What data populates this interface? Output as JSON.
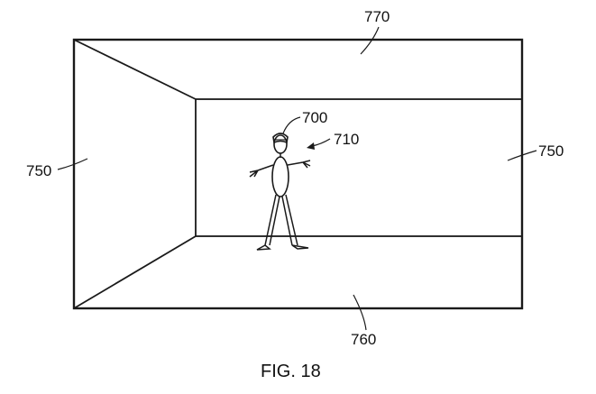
{
  "figure": {
    "caption": "FIG. 18",
    "labels": {
      "ceiling": "770",
      "user": "700",
      "headset": "710",
      "left_wall": "750",
      "right_wall": "750",
      "floor": "760"
    },
    "elements": {
      "room": "room-outline",
      "person": "person-figure",
      "headset_arrow": "arrow"
    },
    "colors": {
      "line": "#1a1a1a",
      "background": "#ffffff"
    }
  }
}
